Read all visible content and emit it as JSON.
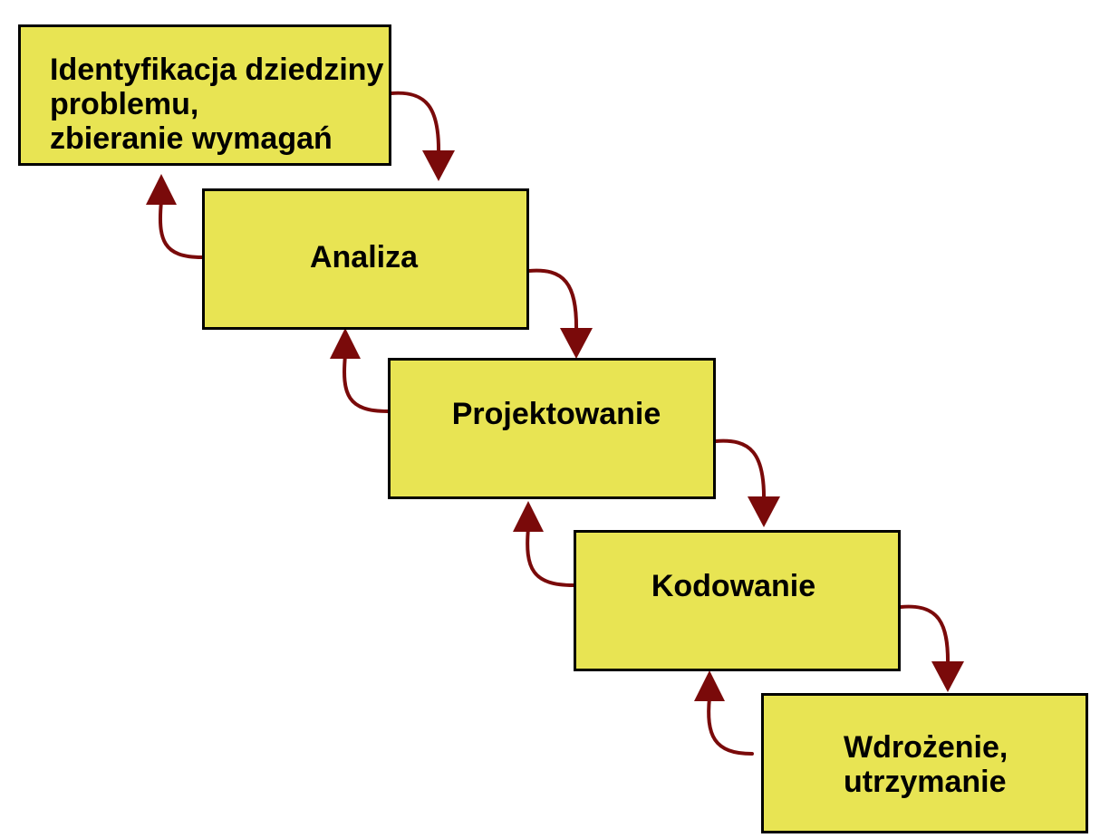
{
  "diagram": {
    "stages": [
      {
        "label": "Identyfikacja dziedziny\nproblemu,\nzbieranie wymagań"
      },
      {
        "label": "Analiza"
      },
      {
        "label": "Projektowanie"
      },
      {
        "label": "Kodowanie"
      },
      {
        "label": "Wdrożenie,\nutrzymanie"
      }
    ]
  },
  "colors": {
    "box_fill": "#e8e453",
    "box_border": "#000000",
    "arrow": "#7a0a0a"
  }
}
